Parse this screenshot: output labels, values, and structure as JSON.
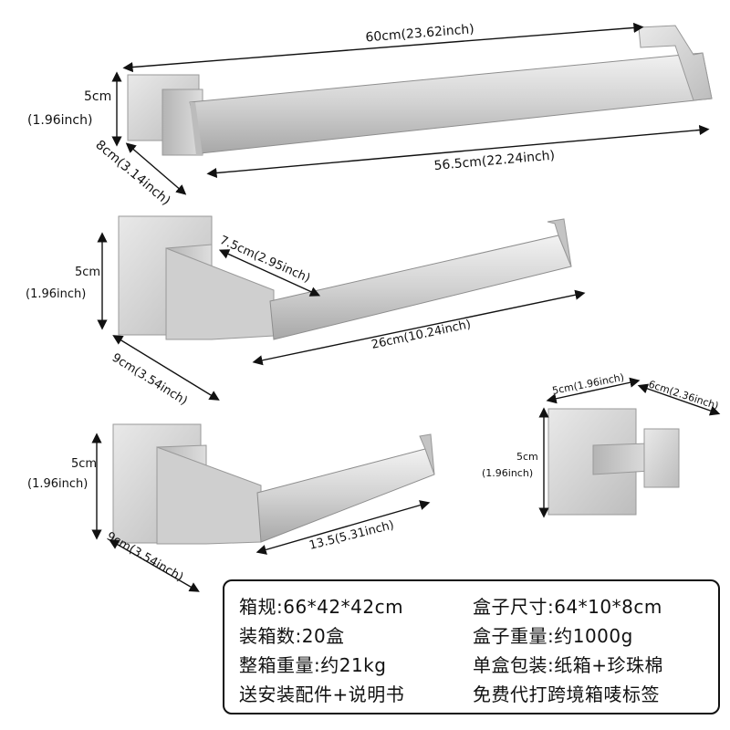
{
  "products": {
    "towel_bar": {
      "total_length": "60cm(23.62inch)",
      "bar_length": "56.5cm(22.24inch)",
      "height": "5cm",
      "height_inch": "(1.96inch)",
      "depth": "8cm(3.14inch)"
    },
    "paper_holder_long": {
      "height": "5cm",
      "height_inch": "(1.96inch)",
      "gap": "7.5cm(2.95inch)",
      "length": "26cm(10.24inch)",
      "depth": "9cm(3.54inch)"
    },
    "paper_holder_short": {
      "height": "5cm",
      "height_inch": "(1.96inch)",
      "length": "13.5(5.31inch)",
      "depth": "9cm(3.54inch)"
    },
    "robe_hook": {
      "width": "5cm(1.96inch)",
      "depth": "6cm(2.36inch)",
      "height": "5cm",
      "height_inch": "(1.96inch)"
    }
  },
  "specs": {
    "carton_size": "箱规:66*42*42cm",
    "box_size": "盒子尺寸:64*10*8cm",
    "units_per_carton": "装箱数:20盒",
    "box_weight": "盒子重量:约1000g",
    "carton_weight": "整箱重量:约21kg",
    "single_packaging": "单盒包装:纸箱+珍珠棉",
    "accessories": "送安装配件+说明书",
    "labeling": "免费代打跨境箱唛标签"
  },
  "colors": {
    "metal_light": "#e4e4e4",
    "metal_mid": "#c9c9c9",
    "metal_dark": "#9e9e9e",
    "line": "#111111"
  }
}
